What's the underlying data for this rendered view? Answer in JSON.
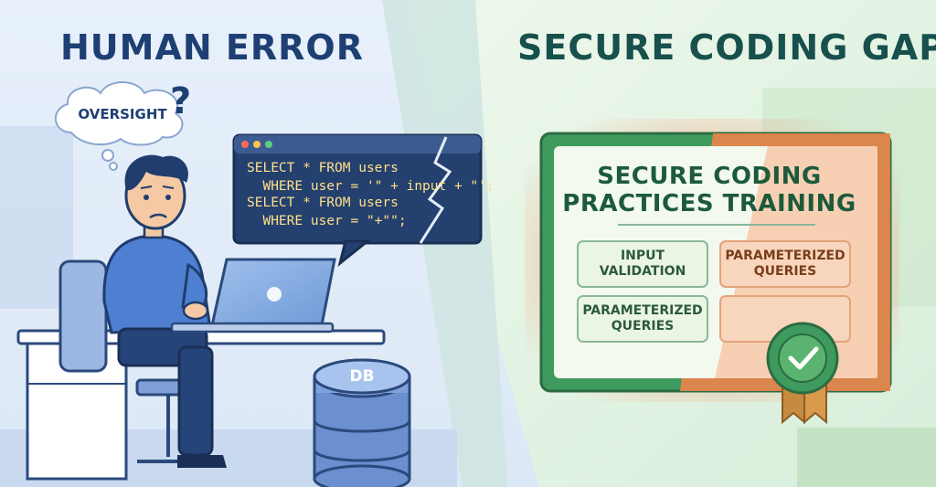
{
  "left_panel": {
    "title": "HUMAN ERROR",
    "thought_bubble": "OVERSIGHT",
    "question_mark": "?",
    "code_lines": [
      "SELECT * FROM users",
      "  WHERE user = '\" + input + \"';",
      "SELECT * FROM users",
      "  WHERE user = \"+\"\";"
    ],
    "database_label": "DB"
  },
  "right_panel": {
    "title": "SECURE CODING GAP",
    "certificate": {
      "title_lines": [
        "SECURE CODING",
        "PRACTICES TRAINING"
      ],
      "cells": [
        {
          "lines": [
            "INPUT",
            "VALIDATION"
          ]
        },
        {
          "lines": [
            "PARAMETERIZED",
            "QUERIES"
          ]
        },
        {
          "lines": [
            "PARAMETERIZED",
            "QUERIES"
          ]
        },
        {
          "lines": []
        }
      ]
    },
    "seal_icon": "checkmark-seal-icon"
  },
  "colors": {
    "left_bg": "#e4eef8",
    "right_bg": "#e6f3e4",
    "navy": "#1e3f73",
    "teal": "#17504c",
    "code_bg": "#24406e",
    "code_text": "#ffe089",
    "cert_green": "#3f9a5d",
    "cert_orange": "#e8844c"
  }
}
